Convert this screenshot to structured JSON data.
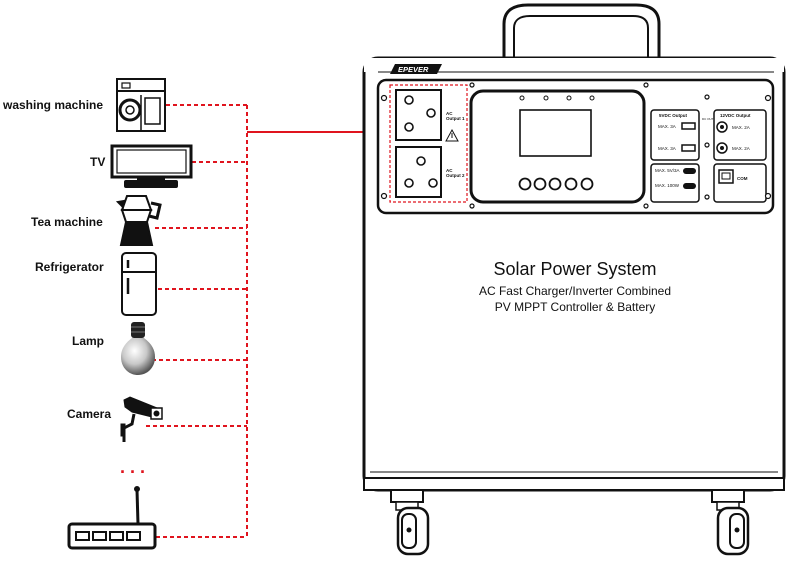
{
  "appliances": {
    "washing_machine": "washing machine",
    "tv": "TV",
    "tea_machine": "Tea machine",
    "refrigerator": "Refrigerator",
    "lamp": "Lamp",
    "camera": "Camera",
    "ellipsis": ". . ."
  },
  "device": {
    "brand": "EPEVER",
    "title": "Solar Power System",
    "subtitle_line1": "AC Fast Charger/Inverter Combined",
    "subtitle_line2": "PV MPPT Controller & Battery"
  },
  "panel": {
    "ac_output_1": "AC",
    "ac_output_1b": "Output 1",
    "ac_output_2": "AC",
    "ac_output_2b": "Output 2",
    "usb_header": "5VDC Output",
    "usb_max1": "MAX. 3A",
    "usb_max2": "MAX. 3A",
    "dc_header": "12VDC Output",
    "dc_max1": "MAX. 2A",
    "dc_max2": "MAX. 2A",
    "typec_max1": "MAX. 5V/3A",
    "typec_max2": "MAX. 100W",
    "com": "COM",
    "dc_output_tag": "DC OUTPUT"
  },
  "colors": {
    "wire": "#e0141e",
    "outline": "#111111"
  }
}
